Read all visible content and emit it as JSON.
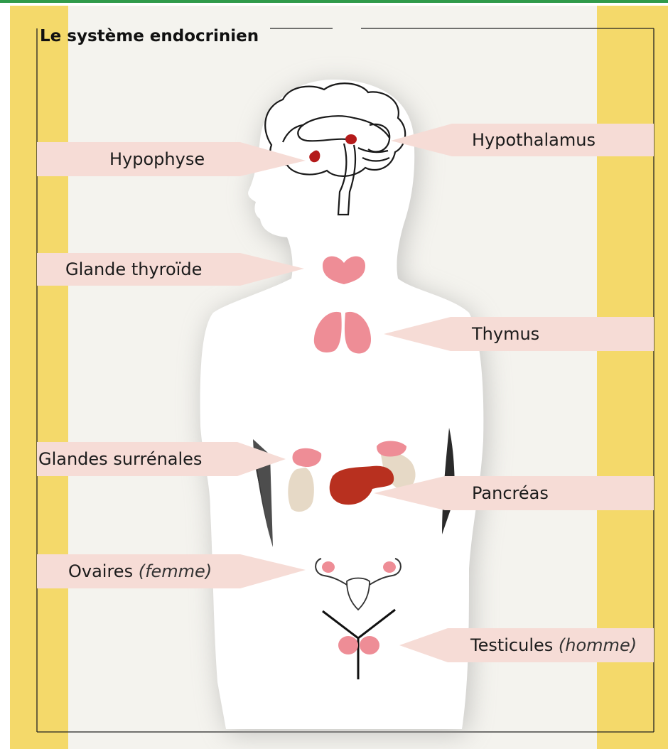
{
  "title": "Le système endocrinien",
  "labels": {
    "hypophyse": "Hypophyse",
    "hypothalamus": "Hypothalamus",
    "thyroide": "Glande thyroïde",
    "thymus": "Thymus",
    "surrenales": "Glandes surrénales",
    "pancreas": "Pancréas",
    "ovaires": "Ovaires",
    "ovaires_note": "(femme)",
    "testicules": "Testicules",
    "testicules_note": "(homme)"
  },
  "colors": {
    "side_band": "#f4d96a",
    "page": "#f4f3ee",
    "arrow": "#f6dcd6",
    "gland_pink": "#ee8d96",
    "gland_dark_red": "#b41a1a",
    "pancreas": "#b8301f",
    "adrenal_body": "#e6d9c6"
  }
}
